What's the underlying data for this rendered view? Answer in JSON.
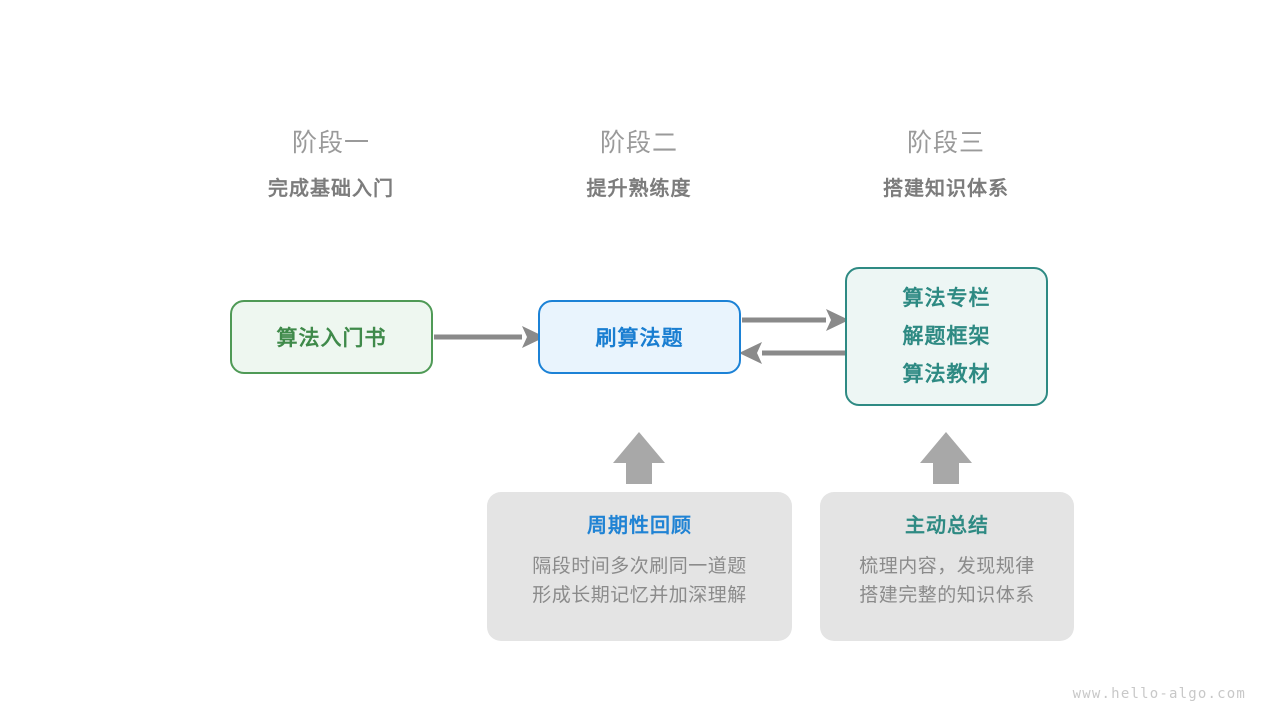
{
  "diagram": {
    "title_watermark": "www.hello-algo.com",
    "stages": [
      {
        "name": "阶段一",
        "goal": "完成基础入门"
      },
      {
        "name": "阶段二",
        "goal": "提升熟练度"
      },
      {
        "name": "阶段三",
        "goal": "搭建知识体系"
      }
    ],
    "nodes": {
      "book": {
        "label": "算法入门书",
        "color": "#3f8a4a",
        "fill": "#eef7f0",
        "border": "#4f9a56"
      },
      "practice": {
        "label": "刷算法题",
        "color": "#1a7ed1",
        "fill": "#e9f4fd",
        "border": "#1c82d6"
      },
      "resources": {
        "lines": [
          "算法专栏",
          "解题框架",
          "算法教材"
        ],
        "color": "#2e8a83",
        "fill": "#edf6f4",
        "border": "#2e8a83"
      }
    },
    "cards": [
      {
        "title": "周期性回顾",
        "title_color": "#2083d4",
        "body_lines": [
          "隔段时间多次刷同一道题",
          "形成长期记忆并加深理解"
        ]
      },
      {
        "title": "主动总结",
        "title_color": "#2e8a83",
        "body_lines": [
          "梳理内容，发现规律",
          "搭建完整的知识体系"
        ]
      }
    ],
    "connectors": {
      "arrow_color": "#8a8a8a",
      "items": [
        {
          "name": "book-to-practice",
          "direction": "right"
        },
        {
          "name": "practice-to-resources",
          "direction": "right"
        },
        {
          "name": "resources-to-practice",
          "direction": "left"
        },
        {
          "name": "review-to-practice",
          "direction": "up"
        },
        {
          "name": "summary-to-resources",
          "direction": "up"
        }
      ]
    }
  }
}
